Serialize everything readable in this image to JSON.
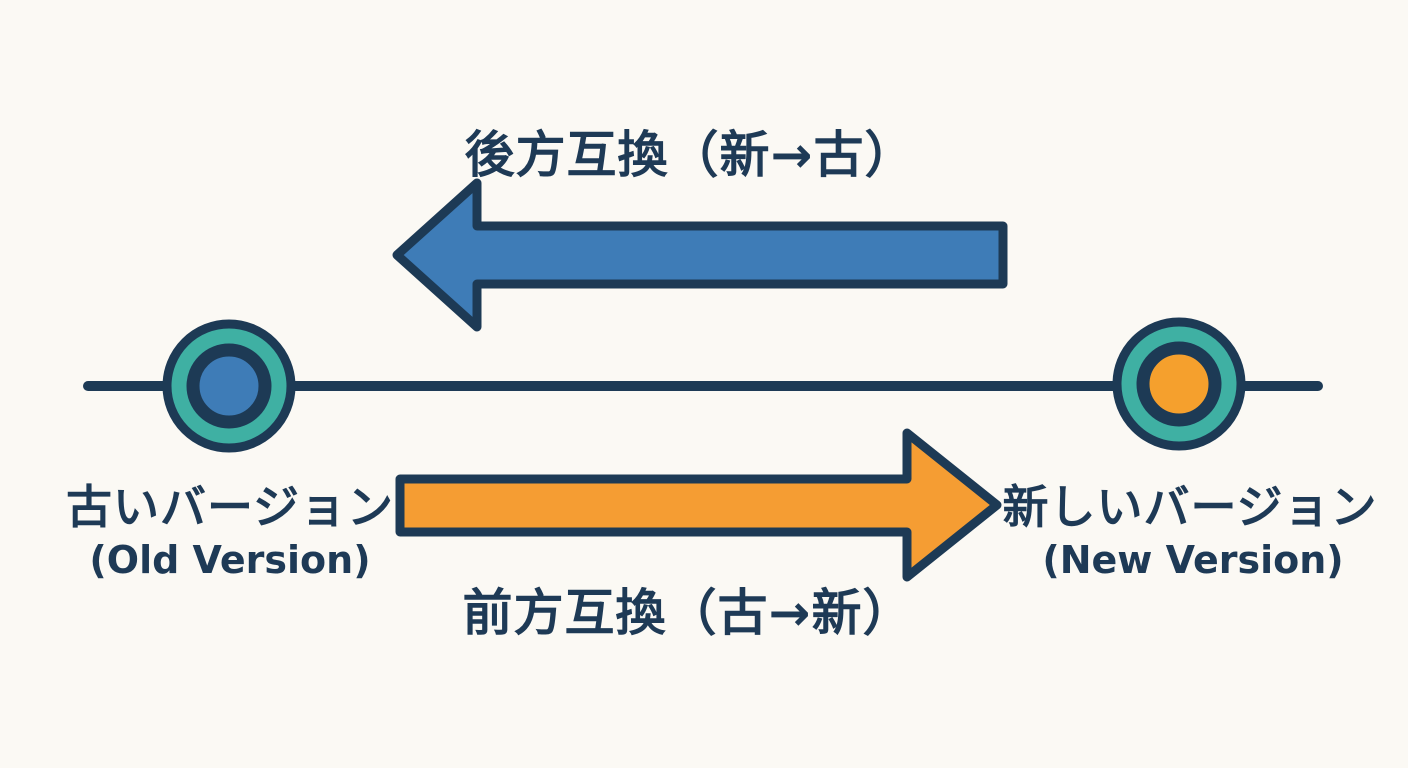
{
  "diagram": {
    "background_color": "#fbf9f4",
    "outline_color": "#1d3a55",
    "text_color": "#1e3a56",
    "timeline": {
      "line_color": "#1d3a55",
      "nodes": {
        "old": {
          "label_jp": "古いバージョン",
          "label_en": "(Old Version)",
          "ring_color": "#3fb0a3",
          "core_color": "#3e7cb7"
        },
        "new": {
          "label_jp": "新しいバージョン",
          "label_en": "(New Version)",
          "ring_color": "#3fb0a3",
          "core_color": "#f5a02d"
        }
      }
    },
    "arrows": {
      "backward": {
        "label": "後方互換（新→古）",
        "direction": "left",
        "fill_color": "#3e7cb7"
      },
      "forward": {
        "label": "前方互換（古→新）",
        "direction": "right",
        "fill_color": "#f59d33"
      }
    }
  }
}
